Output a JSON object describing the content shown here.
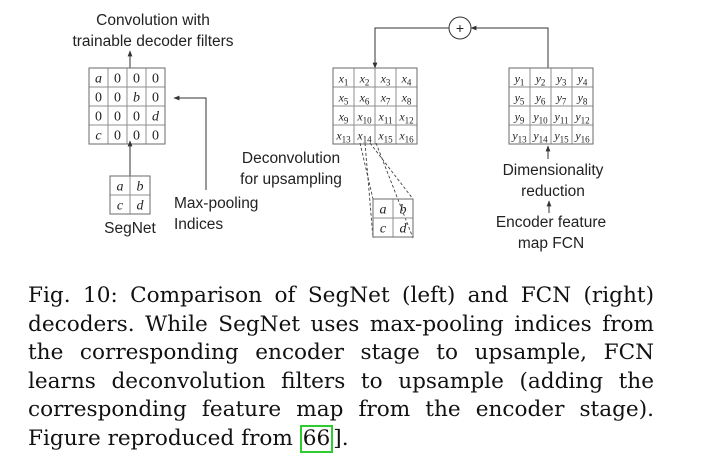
{
  "figure": {
    "segnet": {
      "top_label_line1": "Convolution with",
      "top_label_line2": "trainable decoder filters",
      "output_grid": [
        [
          "a",
          "0",
          "0",
          "0"
        ],
        [
          "0",
          "0",
          "b",
          "0"
        ],
        [
          "0",
          "0",
          "0",
          "d"
        ],
        [
          "c",
          "0",
          "0",
          "0"
        ]
      ],
      "input_grid": [
        [
          "a",
          "b"
        ],
        [
          "c",
          "d"
        ]
      ],
      "input_label": "SegNet",
      "indices_label_line1": "Max-pooling",
      "indices_label_line2": "Indices"
    },
    "fcn": {
      "x_grid": [
        [
          "1",
          "2",
          "3",
          "4"
        ],
        [
          "5",
          "6",
          "7",
          "8"
        ],
        [
          "9",
          "10",
          "11",
          "12"
        ],
        [
          "13",
          "14",
          "15",
          "16"
        ]
      ],
      "x_var": "x",
      "y_grid": [
        [
          "1",
          "2",
          "3",
          "4"
        ],
        [
          "5",
          "6",
          "7",
          "8"
        ],
        [
          "9",
          "10",
          "11",
          "12"
        ],
        [
          "13",
          "14",
          "15",
          "16"
        ]
      ],
      "y_var": "y",
      "plus_symbol": "+",
      "deconv_label_line1": "Deconvolution",
      "deconv_label_line2": "for upsampling",
      "small_grid": [
        [
          "a",
          "b"
        ],
        [
          "c",
          "d"
        ]
      ],
      "dimred_label_line1": "Dimensionality",
      "dimred_label_line2": "reduction",
      "encoder_label_line1": "Encoder feature",
      "encoder_label_line2": "map FCN"
    }
  },
  "caption": {
    "text": "Fig. 10: Comparison of SegNet (left) and FCN (right) decoders. While SegNet uses max-pooling indices from the corresponding encoder stage to upsample, FCN learns deconvolution filters to upsample (adding the corresponding feature map from the encoder stage). Figure reproduced from ",
    "citation": "66",
    "after_citation": "]."
  }
}
